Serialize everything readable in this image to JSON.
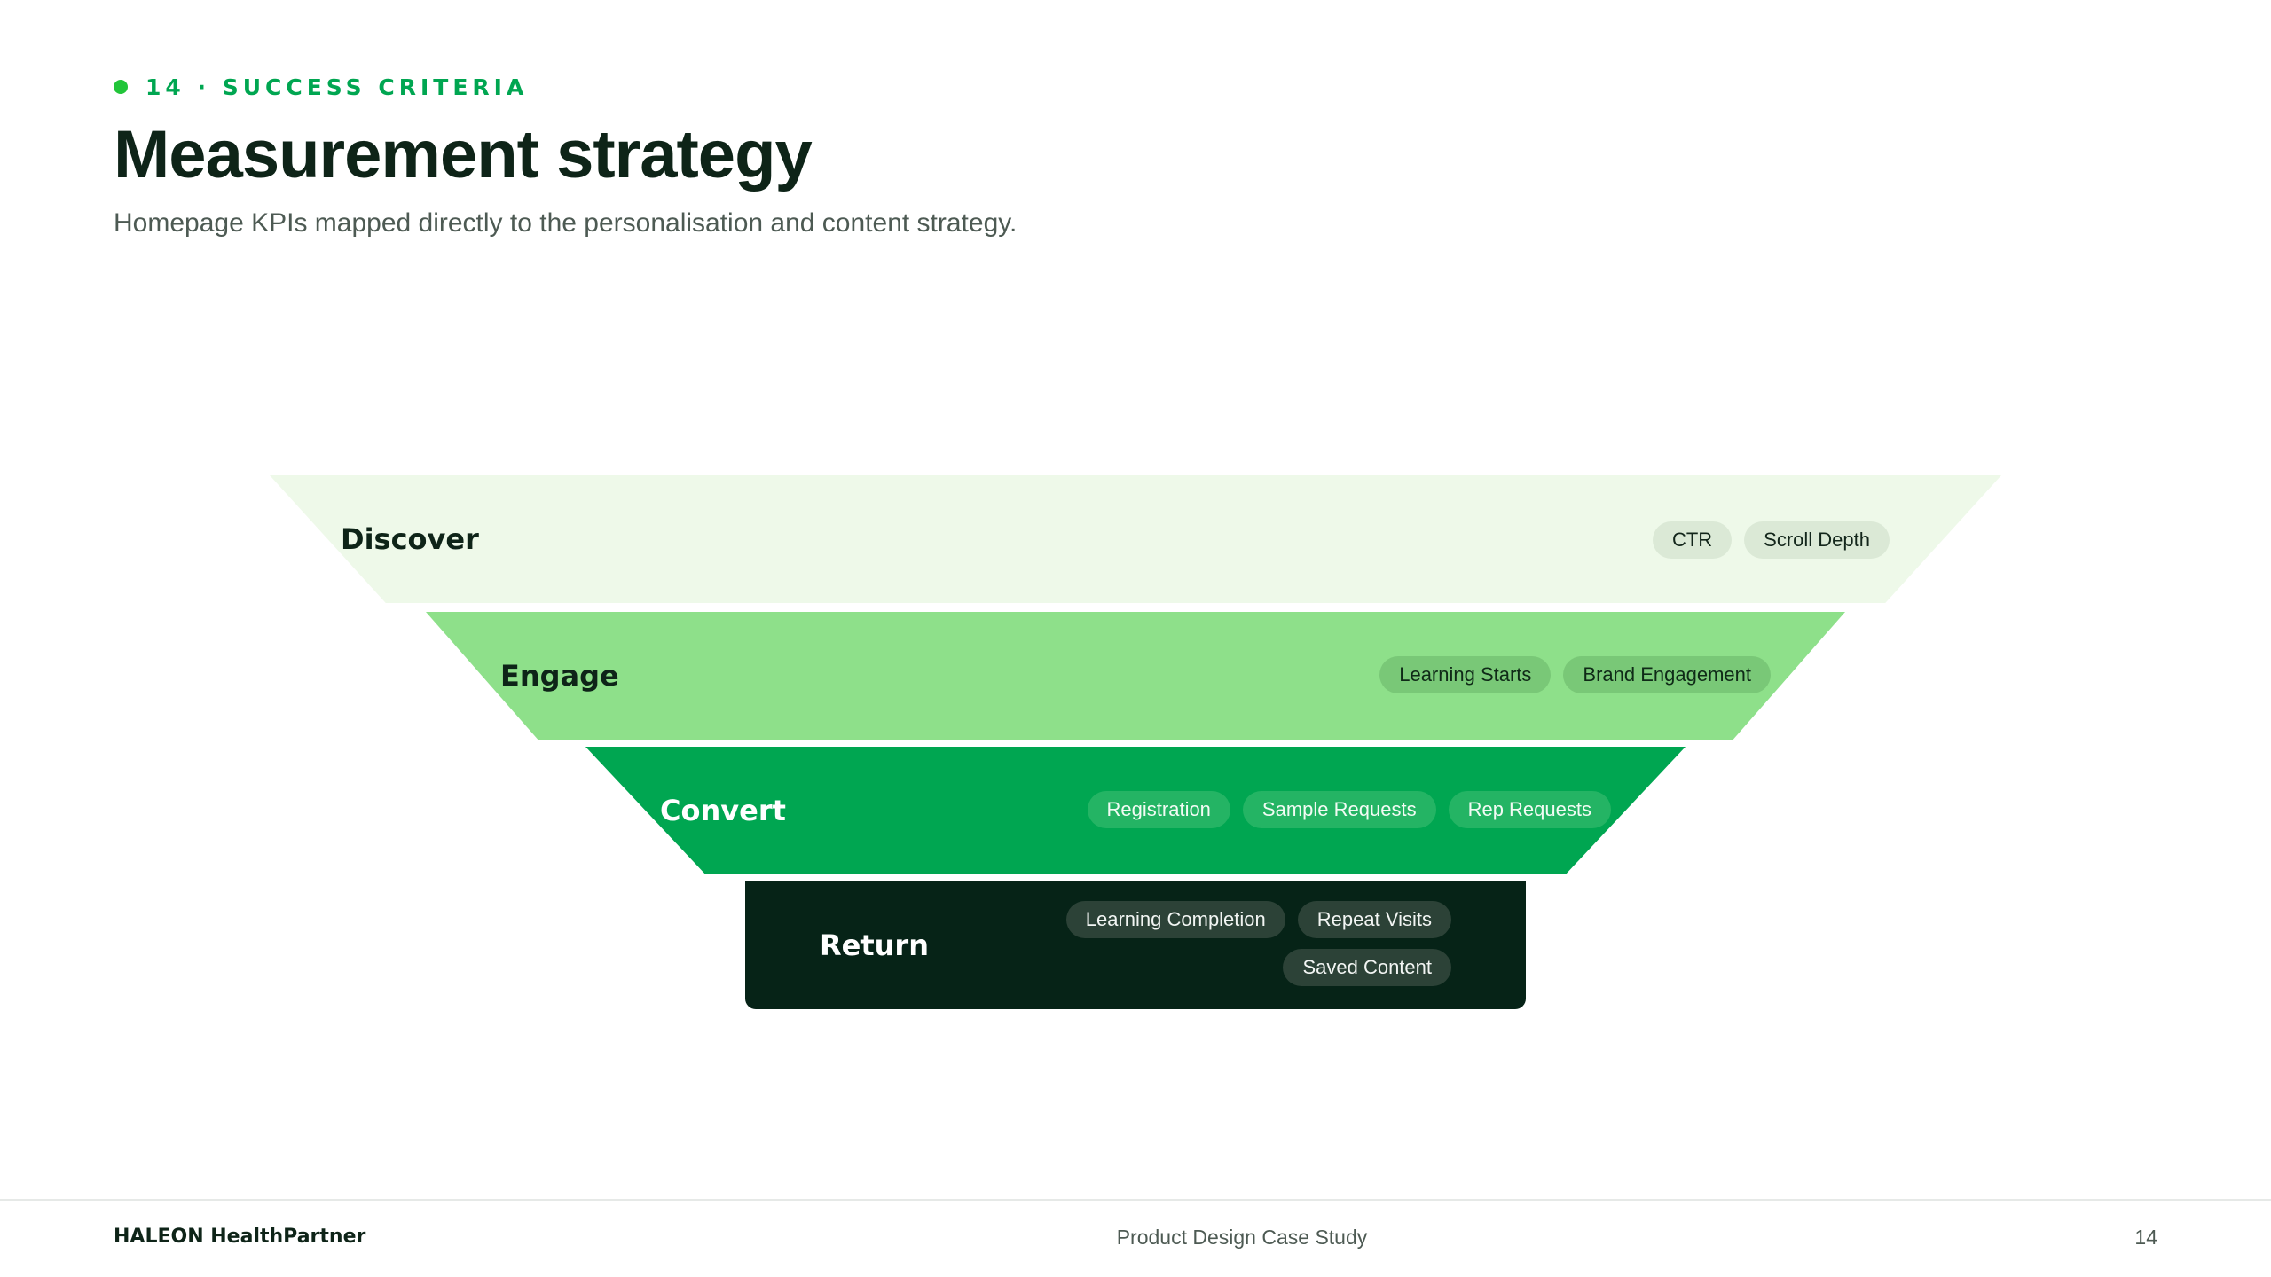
{
  "header": {
    "eyebrow": "14 · SUCCESS CRITERIA",
    "title": "Measurement strategy",
    "subtitle": "Homepage KPIs mapped directly to the personalisation and content strategy."
  },
  "funnel": {
    "stages": [
      {
        "label": "Discover",
        "kpis": [
          "CTR",
          "Scroll Depth"
        ],
        "color": "#eef9e9"
      },
      {
        "label": "Engage",
        "kpis": [
          "Learning Starts",
          "Brand Engagement"
        ],
        "color": "#8ee08a"
      },
      {
        "label": "Convert",
        "kpis": [
          "Registration",
          "Sample Requests",
          "Rep Requests"
        ],
        "color": "#00a651"
      },
      {
        "label": "Return",
        "kpis": [
          "Learning Completion",
          "Repeat Visits",
          "Saved Content"
        ],
        "color": "#062317"
      }
    ]
  },
  "footer": {
    "brand": "HALEON HealthPartner",
    "center": "Product Design Case Study",
    "page_number": "14"
  },
  "colors": {
    "accent": "#00a651",
    "dot": "#22c53a",
    "title": "#0e2418"
  }
}
